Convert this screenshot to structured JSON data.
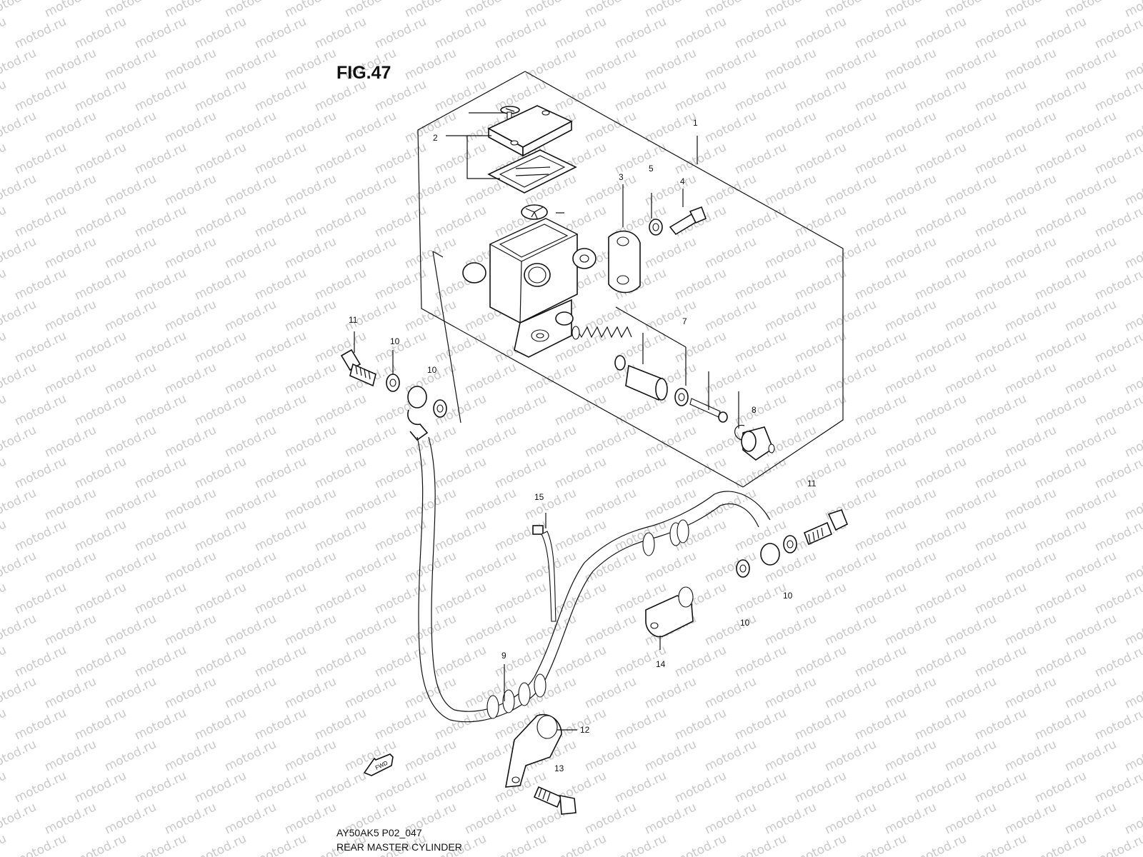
{
  "figure": {
    "title": "FIG.47",
    "code": "AY50AK5 P02_047",
    "caption": "REAR MASTER CYLINDER"
  },
  "watermark": {
    "text": "motod.ru",
    "color": "#c9c9c9"
  },
  "direction_marker": {
    "text": "FWD",
    "icon": "arrow-forward-icon"
  },
  "callouts": [
    {
      "ref": "1",
      "text": "1"
    },
    {
      "ref": "2",
      "text": "2"
    },
    {
      "ref": "3",
      "text": "3"
    },
    {
      "ref": "4",
      "text": "4"
    },
    {
      "ref": "5",
      "text": "5"
    },
    {
      "ref": "7",
      "text": "7"
    },
    {
      "ref": "8",
      "text": "8"
    },
    {
      "ref": "9",
      "text": "9"
    },
    {
      "ref": "10a",
      "text": "10"
    },
    {
      "ref": "10b",
      "text": "10"
    },
    {
      "ref": "10c",
      "text": "10"
    },
    {
      "ref": "10d",
      "text": "10"
    },
    {
      "ref": "11a",
      "text": "11"
    },
    {
      "ref": "11b",
      "text": "11"
    },
    {
      "ref": "12",
      "text": "12"
    },
    {
      "ref": "13",
      "text": "13"
    },
    {
      "ref": "14",
      "text": "14"
    },
    {
      "ref": "15",
      "text": "15"
    }
  ]
}
